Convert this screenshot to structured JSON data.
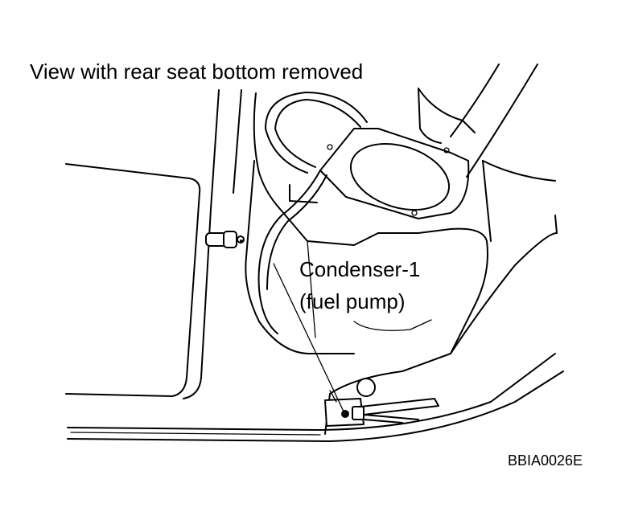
{
  "diagram": {
    "view_caption": "View with rear seat bottom removed",
    "callout": {
      "line1": "Condenser-1",
      "line2": "(fuel pump)"
    },
    "figure_code": "BBIA0026E"
  }
}
